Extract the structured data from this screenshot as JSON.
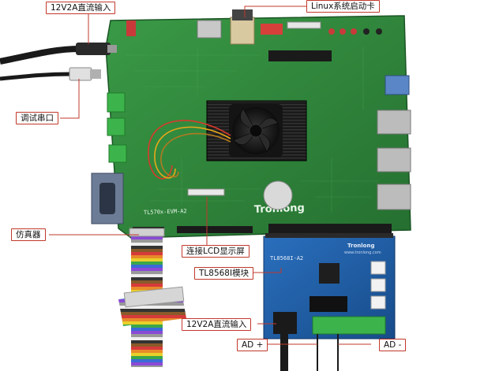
{
  "labels": {
    "power_main": "12V2A直流输入",
    "linux_card": "Linux系统启动卡",
    "debug_uart": "调试串口",
    "emulator": "仿真器",
    "lcd_connector": "连接LCD显示屏",
    "adc_module": "TL8568I模块",
    "power_module": "12V2A直流输入",
    "ad_plus": "AD +",
    "ad_minus": "AD -"
  },
  "board": {
    "core_silk": "TL570x-EVM-A2",
    "brand_silk": "Tronlong",
    "module_silk": "TL8568I-A2",
    "module_brand": "Tronlong",
    "module_url": "www.tronlong.com"
  },
  "colors": {
    "pcb": "#2f8f3c",
    "pcb_dark": "#1f6b2b",
    "module_pcb": "#1d5fa8",
    "callout_border": "#c0392b",
    "terminal": "#3cb44b"
  }
}
